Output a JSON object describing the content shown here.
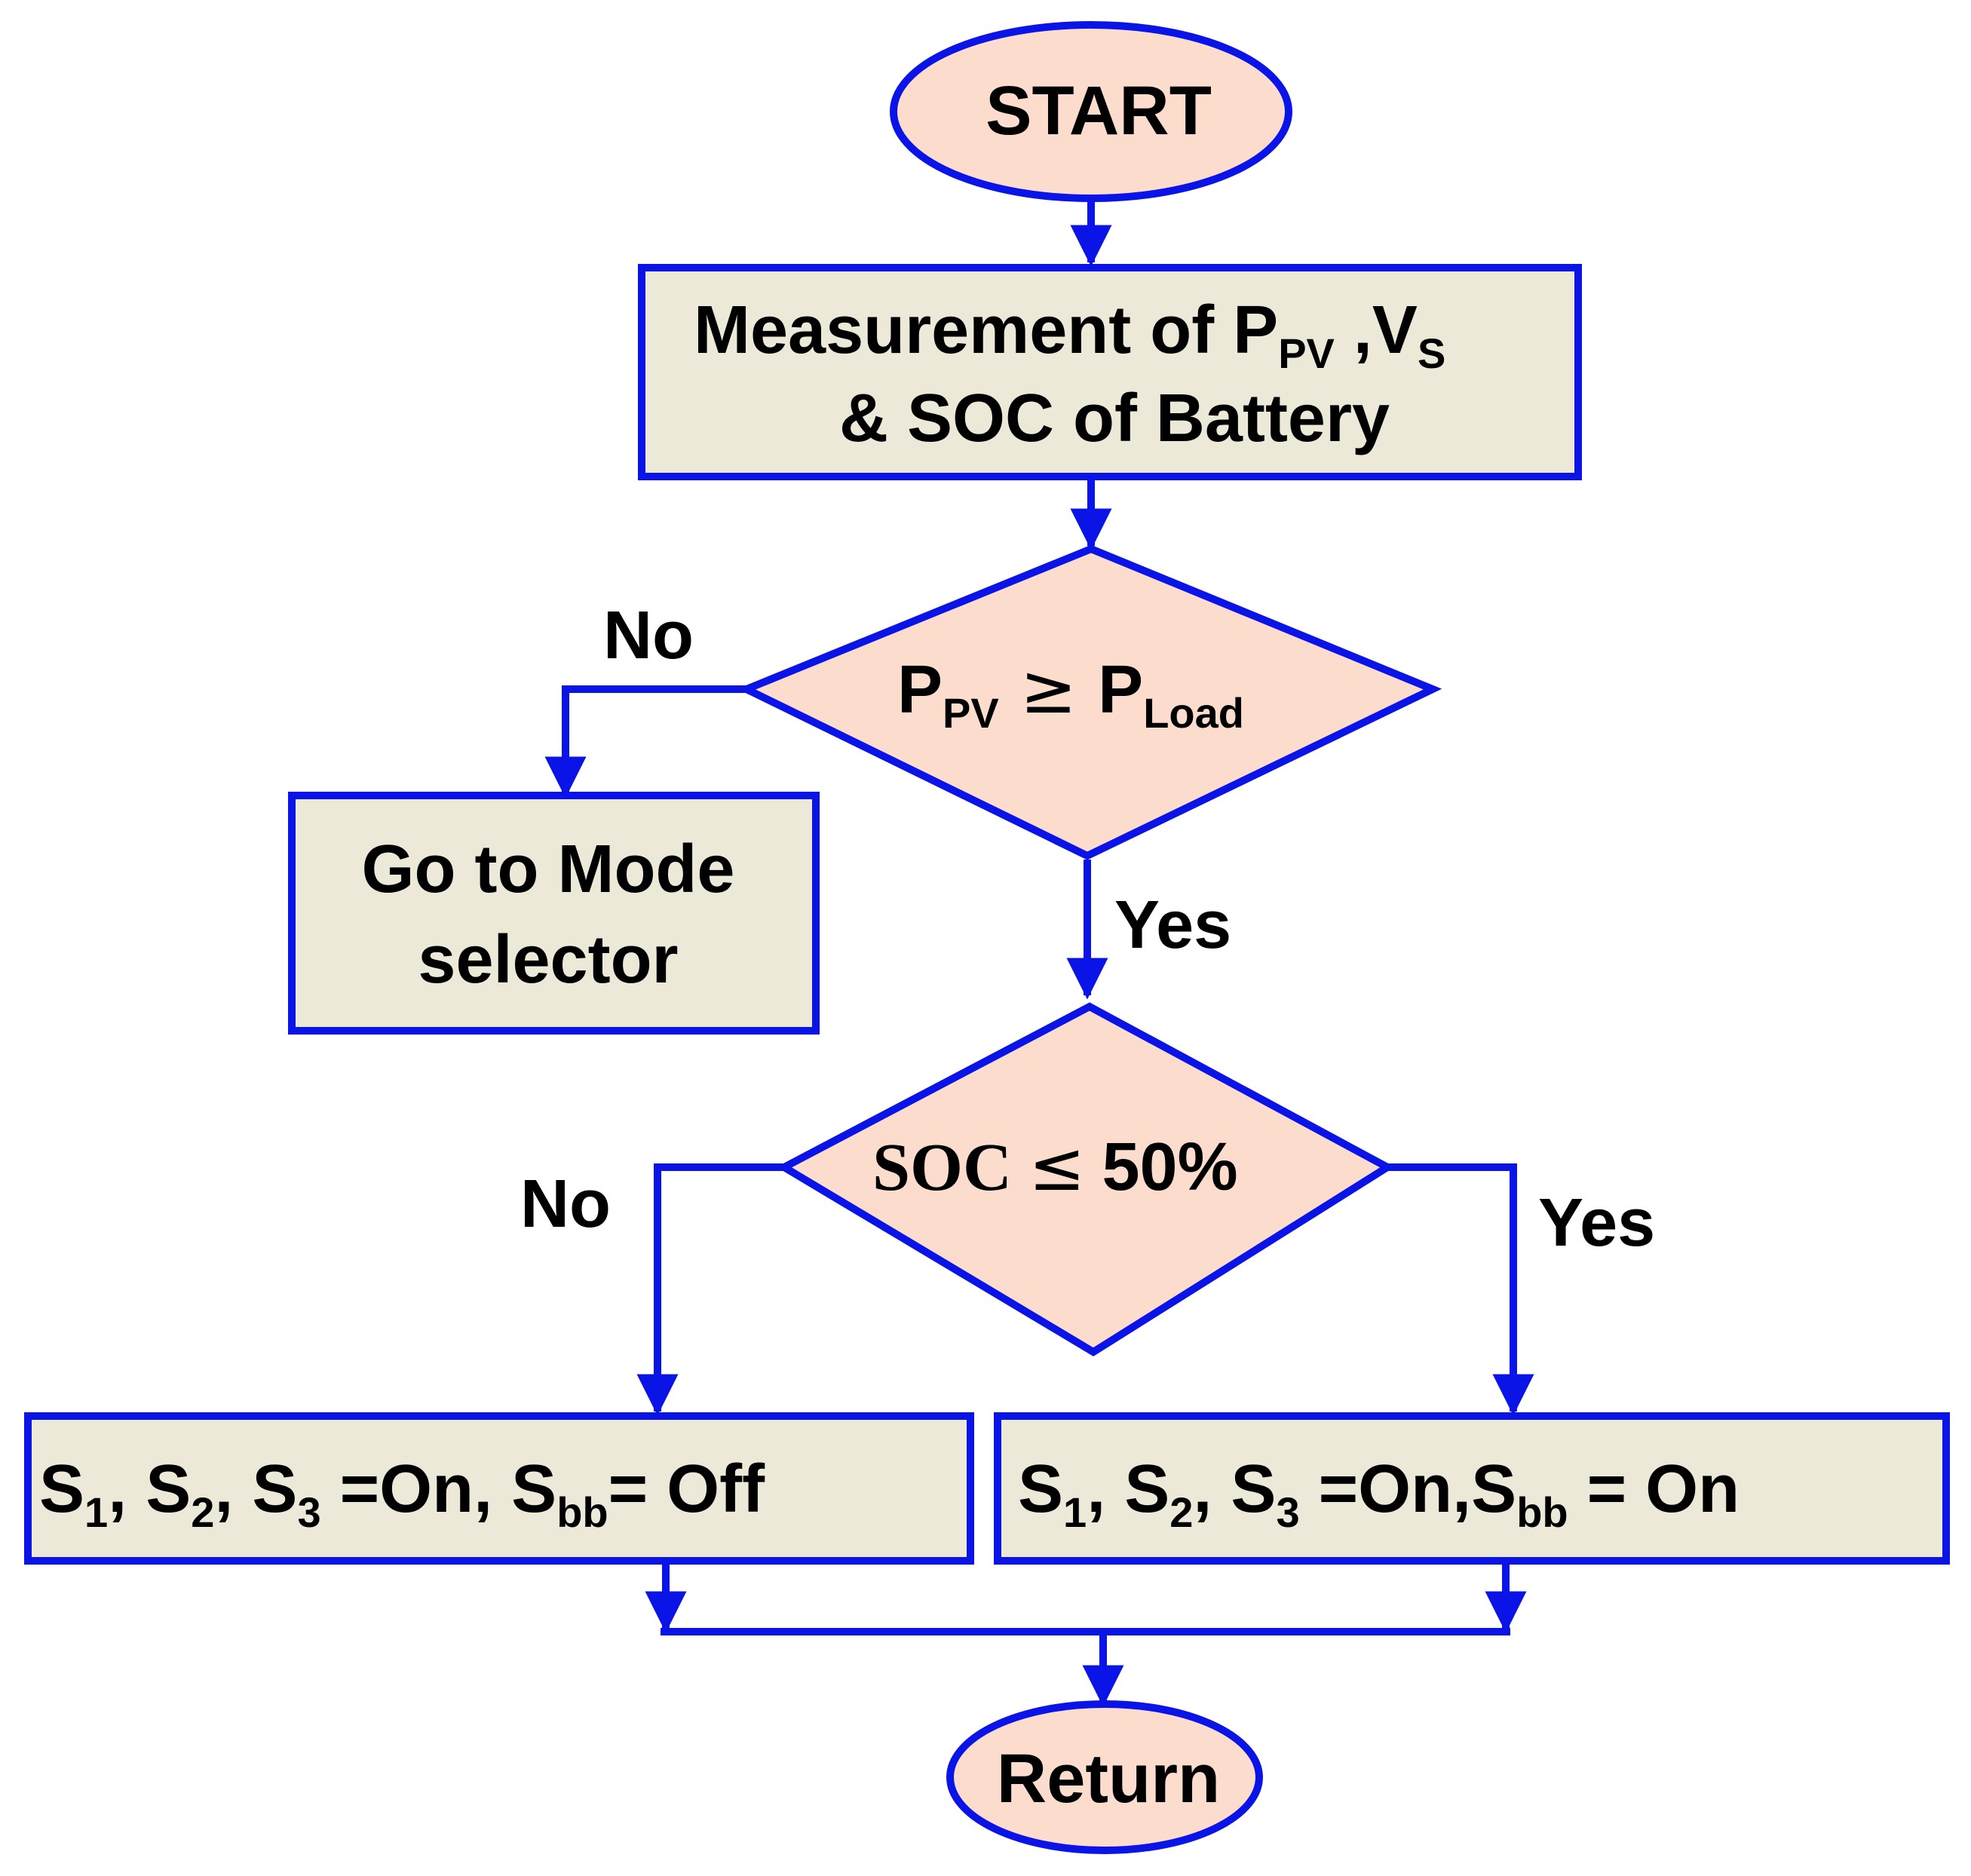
{
  "colors": {
    "line": "#0a14e6",
    "process_fill": "#ece9d8",
    "terminal_fill": "#fcdccc",
    "text": "#000000",
    "background": "#ffffff"
  },
  "nodes": {
    "start": {
      "text": "START"
    },
    "measure": {
      "line1": {
        "main": "Measurement of P",
        "sub_pv": "PV",
        "sep": " ,V",
        "sub_s": "S"
      },
      "line2": "& SOC of Battery"
    },
    "decision1": {
      "p": "P",
      "sub_pv": "PV",
      "op": "≥",
      "p2": "P",
      "sub_load": "Load"
    },
    "mode": {
      "line1": "Go to Mode",
      "line2": "selector"
    },
    "decision2": {
      "soc": "SOC",
      "op": "≤",
      "value": "50%"
    },
    "off_box": {
      "s": "S",
      "n1": "1",
      "n2": "2",
      "n3": "3",
      "bb": "bb",
      "sep": ", ",
      "on": " =On, ",
      "tail": "= Off"
    },
    "on_box": {
      "s": "S",
      "n1": "1",
      "n2": "2",
      "n3": "3",
      "bb": "bb",
      "sep": ", ",
      "on": " =On,",
      "tail": " = On"
    },
    "return": {
      "text": "Return"
    }
  },
  "edge_labels": {
    "d1_no": "No",
    "d1_yes": "Yes",
    "d2_no": "No",
    "d2_yes": "Yes"
  }
}
